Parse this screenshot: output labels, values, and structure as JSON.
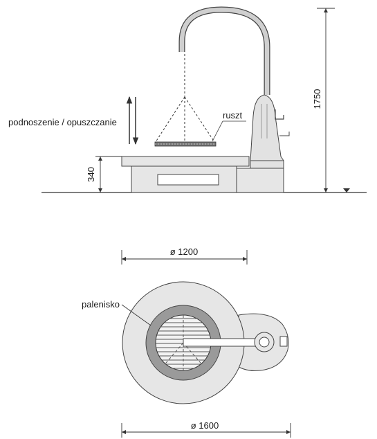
{
  "labels": {
    "lift": "podnoszenie / opuszczanie",
    "grate": "ruszt",
    "total_height": "1750",
    "base_height": "340",
    "hearth": "palenisko",
    "diameter_inner": "ø 1200",
    "diameter_outer": "ø 1600"
  },
  "colors": {
    "line": "#333333",
    "fill_light": "#e6e6e6",
    "fill_mid": "#cfcfcf",
    "fill_dark": "#9a9a9a"
  }
}
